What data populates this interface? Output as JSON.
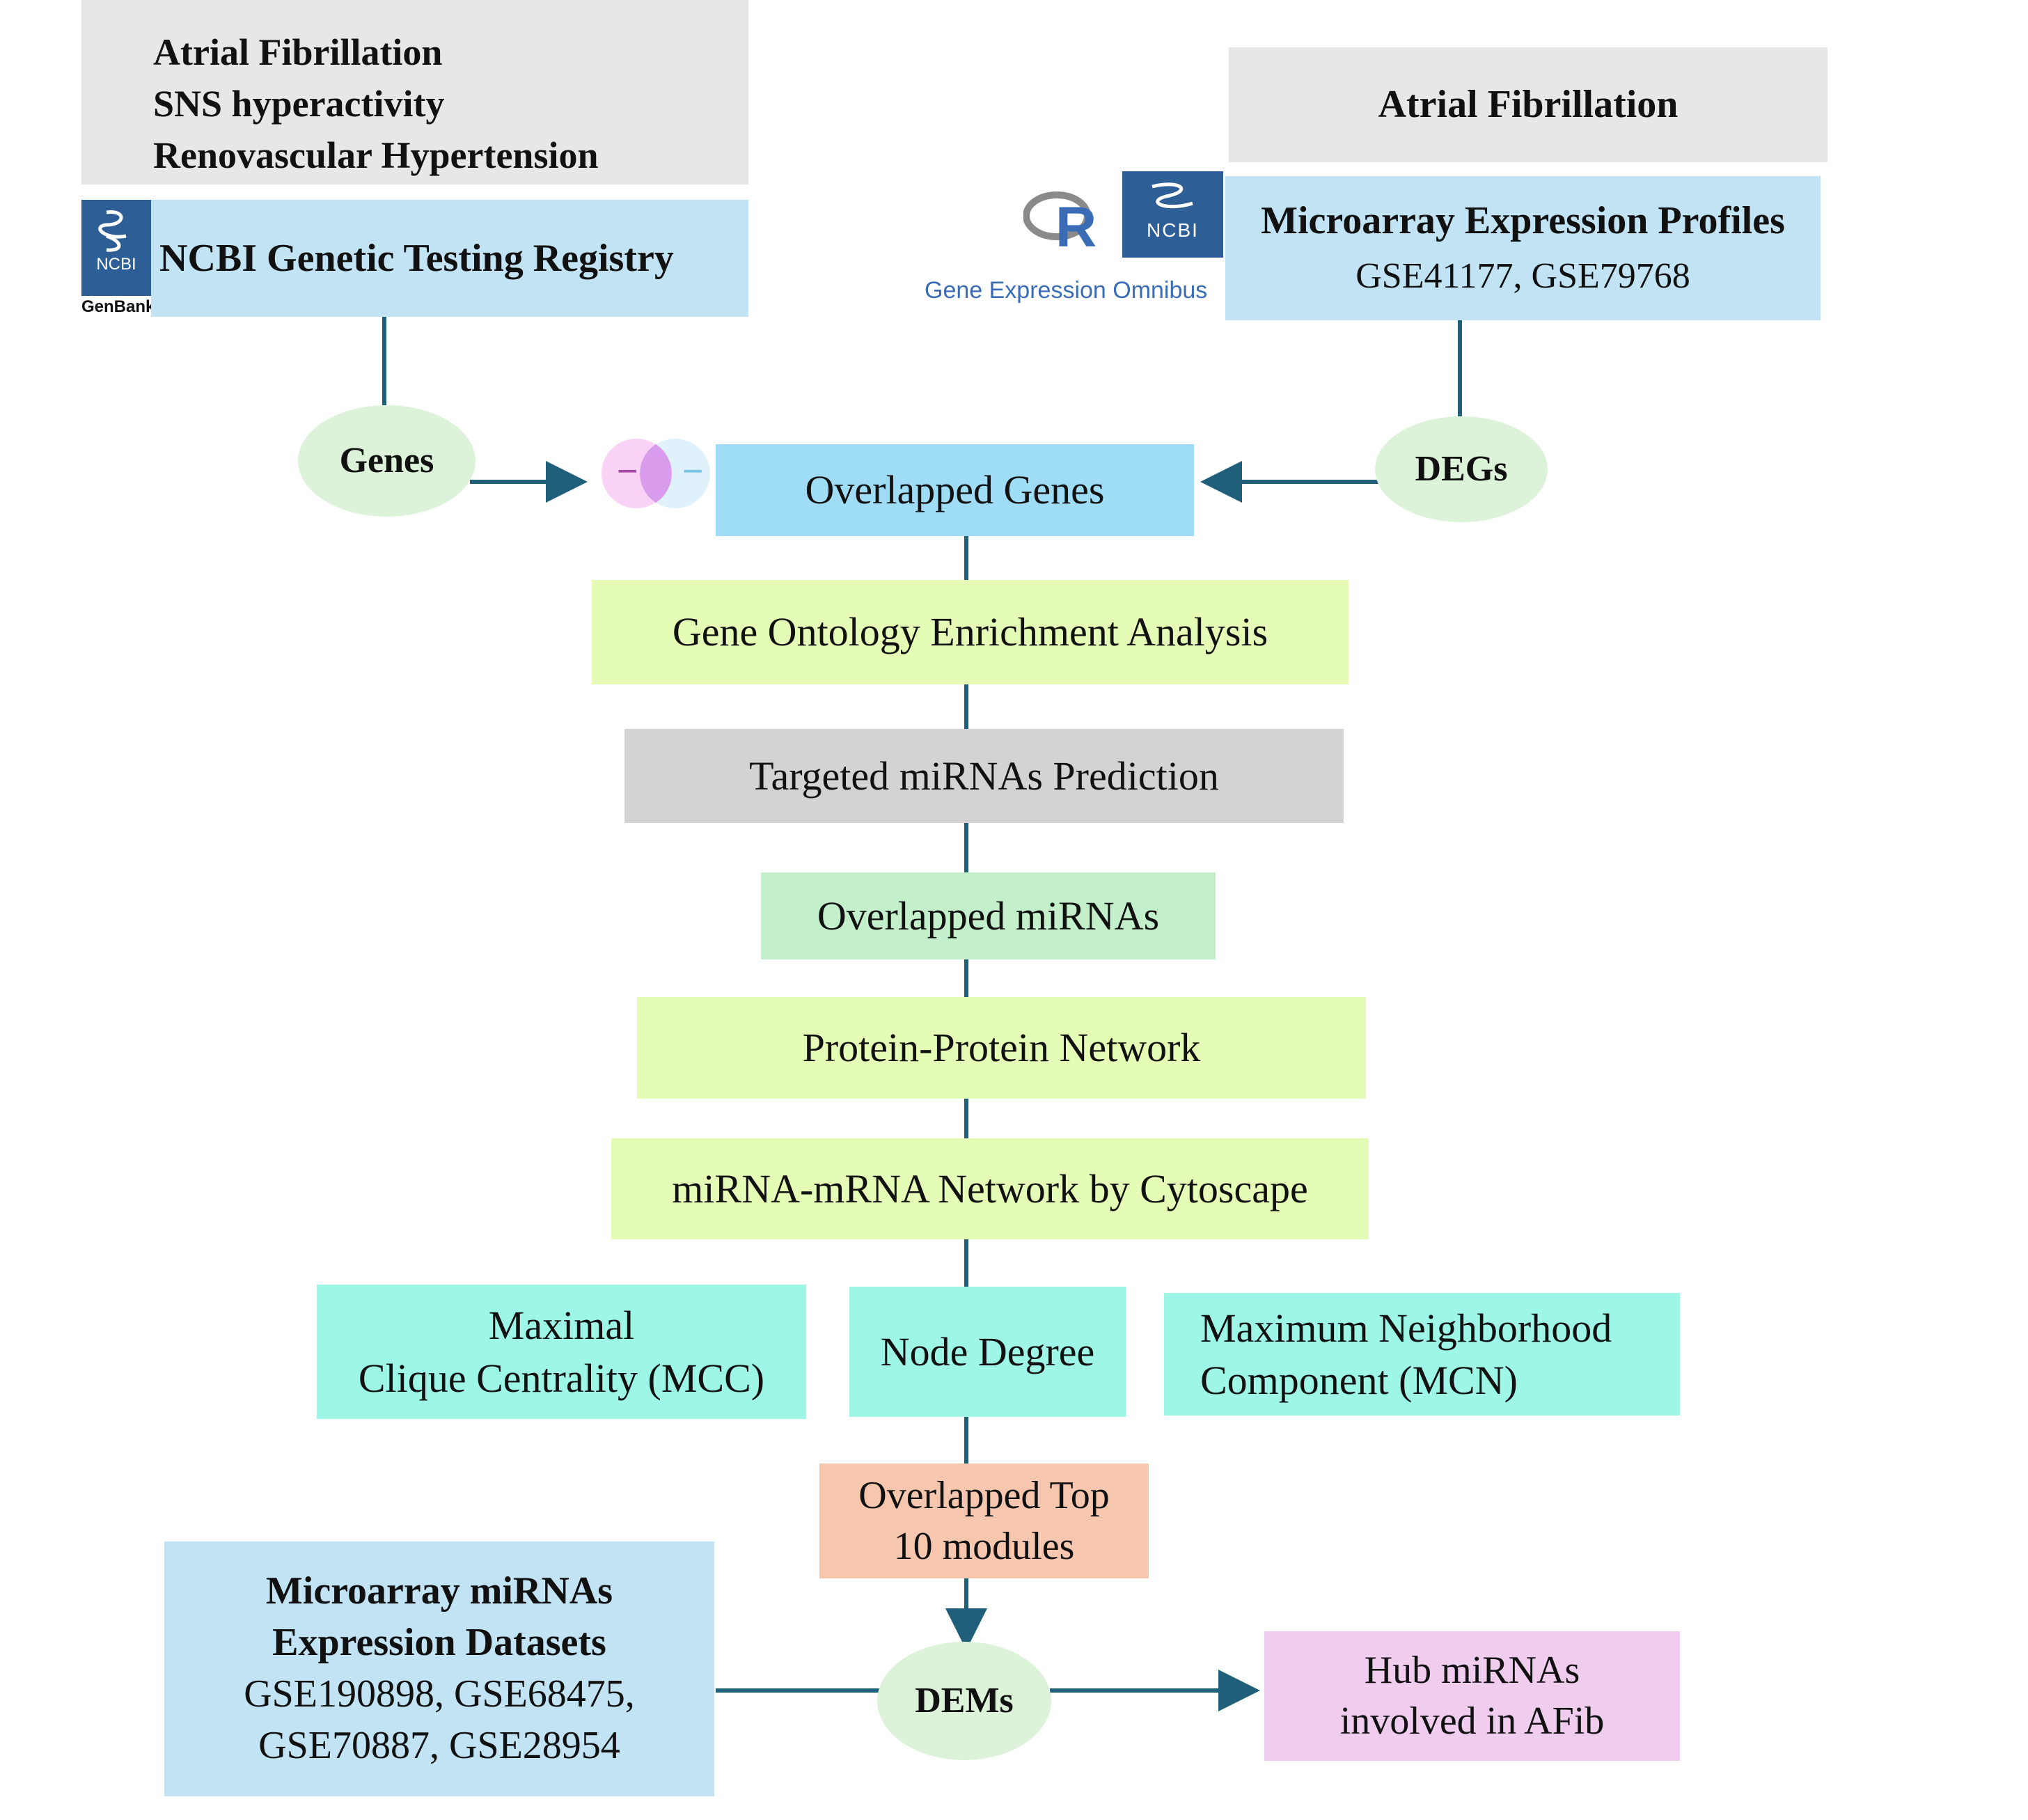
{
  "colors": {
    "connector": "#1f5f7a",
    "grey_header": "#e7e7e7",
    "light_blue": "#c1e3f4",
    "overlapped_genes_blue": "#9fdcf5",
    "lime": "#e4fcb5",
    "grey_box": "#d3d3d3",
    "mint": "#c3f0cb",
    "aqua": "#9ef6e6",
    "peach": "#f6c7ae",
    "pink": "#f0cdef",
    "ellipse_green": "#dcf3da",
    "ncbi_blue": "#2d5e95",
    "geo_text": "#3a6cb5"
  },
  "left_header": {
    "lines": [
      "Atrial Fibrillation",
      "SNS hyperactivity",
      "Renovascular Hypertension"
    ]
  },
  "left_source": {
    "logo_text": "NCBI",
    "logo_caption": "GenBank",
    "label": "NCBI Genetic Testing Registry"
  },
  "right_header": {
    "label": "Atrial Fibrillation"
  },
  "right_source": {
    "logo_text": "NCBI",
    "r_logo": "R",
    "geo_caption": "Gene Expression Omnibus",
    "title": "Microarray Expression Profiles",
    "datasets": "GSE41177, GSE79768"
  },
  "nodes": {
    "genes": "Genes",
    "degs": "DEGs",
    "venn_minus_left": "−",
    "venn_minus_right": "−",
    "overlapped_genes": "Overlapped Genes",
    "go_analysis": "Gene Ontology Enrichment Analysis",
    "mirna_prediction": "Targeted miRNAs Prediction",
    "overlapped_mirnas": "Overlapped miRNAs",
    "ppi_network": "Protein-Protein Network",
    "mirna_mrna_network": "miRNA-mRNA Network by Cytoscape",
    "mcc": [
      "Maximal",
      "Clique Centrality (MCC)"
    ],
    "node_degree": "Node Degree",
    "mcn": [
      "Maximum Neighborhood",
      "Component (MCN)"
    ],
    "top_modules": [
      "Overlapped Top",
      "10 modules"
    ],
    "mirna_datasets_title": [
      "Microarray miRNAs",
      "Expression Datasets"
    ],
    "mirna_datasets_ids": [
      "GSE190898, GSE68475,",
      "GSE70887, GSE28954"
    ],
    "dems": "DEMs",
    "hub_mirnas": [
      "Hub miRNAs",
      "involved in AFib"
    ]
  }
}
